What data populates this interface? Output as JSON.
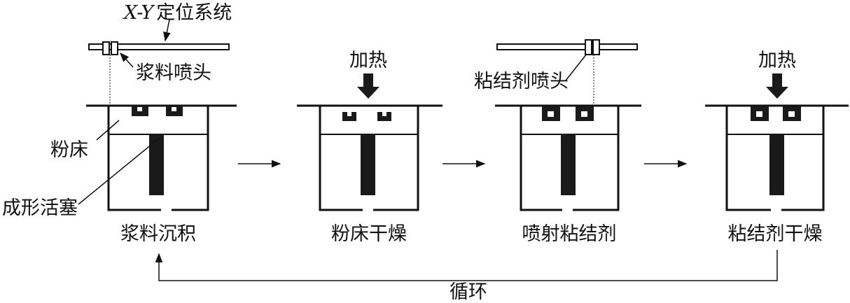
{
  "labels": {
    "xy_system_latin": "X-Y",
    "xy_system_cjk": "定位系统",
    "slurry_nozzle": "浆料喷头",
    "binder_nozzle": "粘结剂喷头",
    "heat": "加热",
    "powder_bed": "粉床",
    "forming_piston": "成形活塞",
    "cycle": "循环"
  },
  "steps": [
    {
      "label": "浆料沉积"
    },
    {
      "label": "粉床干燥"
    },
    {
      "label": "喷射粘结剂"
    },
    {
      "label": "粘结剂干燥"
    }
  ],
  "colors": {
    "ink": "#111111",
    "background": "#ffffff"
  }
}
